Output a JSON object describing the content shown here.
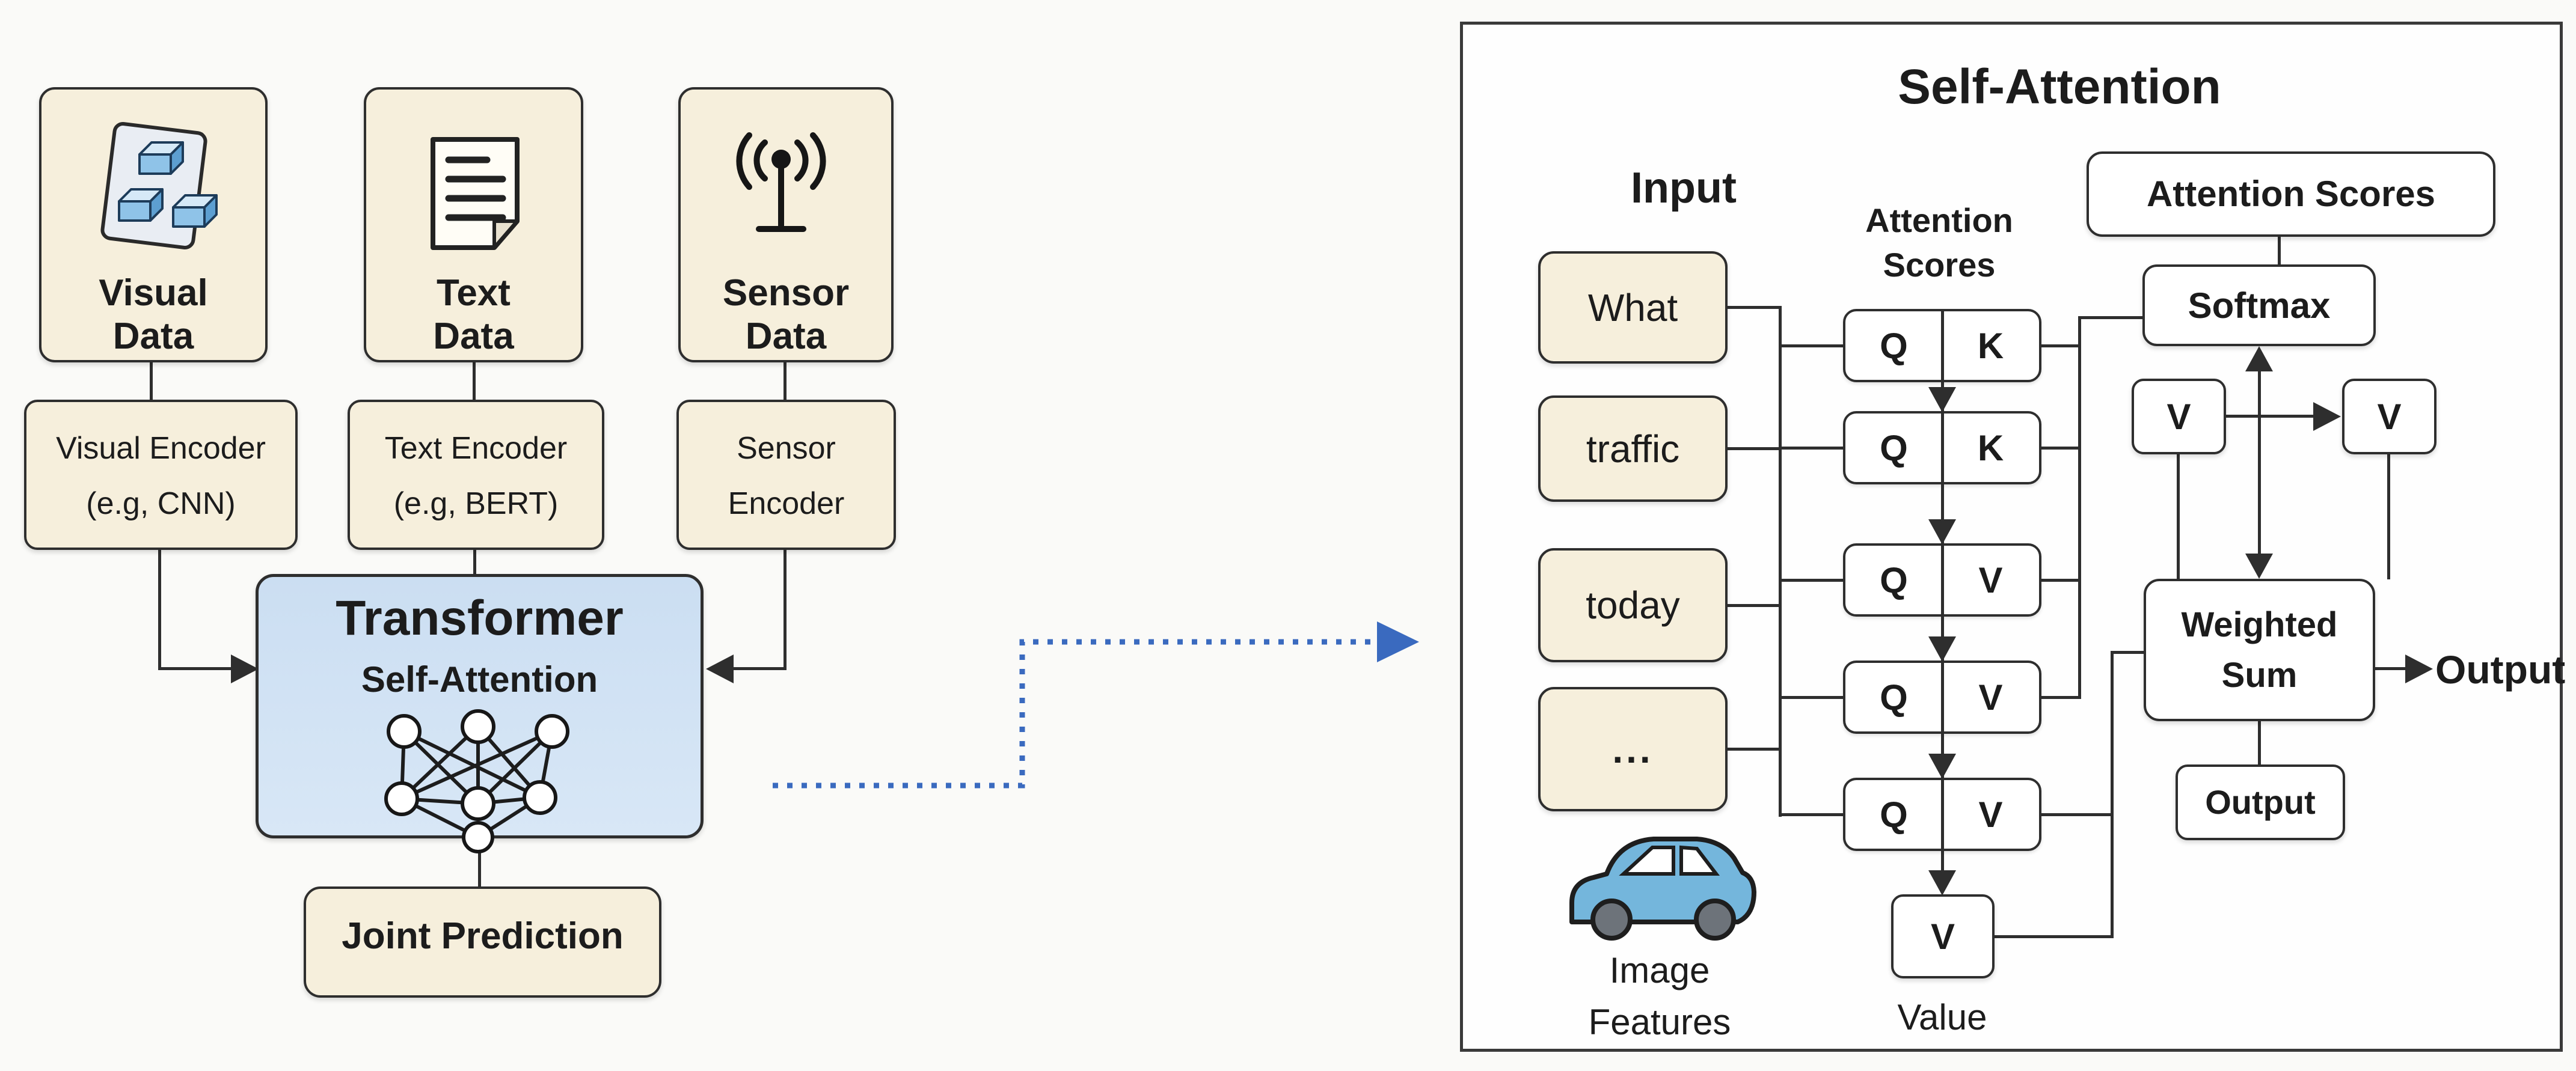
{
  "colors": {
    "cream_box": "#f6efdc",
    "box_border": "#2e2e2e",
    "transformer_fill": "#cfe0f2",
    "panel_border": "#3a3a3a",
    "dotted_arrow_blue": "#3a6abf",
    "car_body_blue": "#74b6dc",
    "wheel_gray": "#6d737a",
    "cube_blue": "#8fc3e8"
  },
  "left_diagram": {
    "data_boxes": [
      {
        "icon": "visual-cubes-icon",
        "line1": "Visual",
        "line2": "Data"
      },
      {
        "icon": "text-document-icon",
        "line1": "Text",
        "line2": "Data"
      },
      {
        "icon": "sensor-antenna-icon",
        "line1": "Sensor",
        "line2": "Data"
      }
    ],
    "encoder_boxes": [
      {
        "line1": "Visual Encoder",
        "line2": "(e.g, CNN)"
      },
      {
        "line1": "Text Encoder",
        "line2": "(e.g, BERT)"
      },
      {
        "line1": "Sensor",
        "line2": "Encoder"
      }
    ],
    "transformer": {
      "title": "Transformer",
      "subtitle": "Self-Attention"
    },
    "joint_prediction": "Joint Prediction"
  },
  "right_diagram": {
    "title": "Self-Attention",
    "input_label": "Input",
    "attention_scores_label": {
      "line1": "Attention",
      "line2": "Scores"
    },
    "tokens": [
      "What",
      "traffic",
      "today",
      "..."
    ],
    "image_features": {
      "line1": "Image",
      "line2": "Features"
    },
    "qk_rows": [
      {
        "q": "Q",
        "kv": "K"
      },
      {
        "q": "Q",
        "kv": "K"
      },
      {
        "q": "Q",
        "kv": "V"
      },
      {
        "q": "Q",
        "kv": "V"
      },
      {
        "q": "Q",
        "kv": "V"
      }
    ],
    "value_chip": "V",
    "value_label": "Value",
    "attention_scores_box": "Attention Scores",
    "softmax_box": "Softmax",
    "v_left": "V",
    "v_right": "V",
    "weighted_sum": {
      "line1": "Weighted",
      "line2": "Sum"
    },
    "output_box": "Output",
    "output_arrow_label": "Output"
  }
}
